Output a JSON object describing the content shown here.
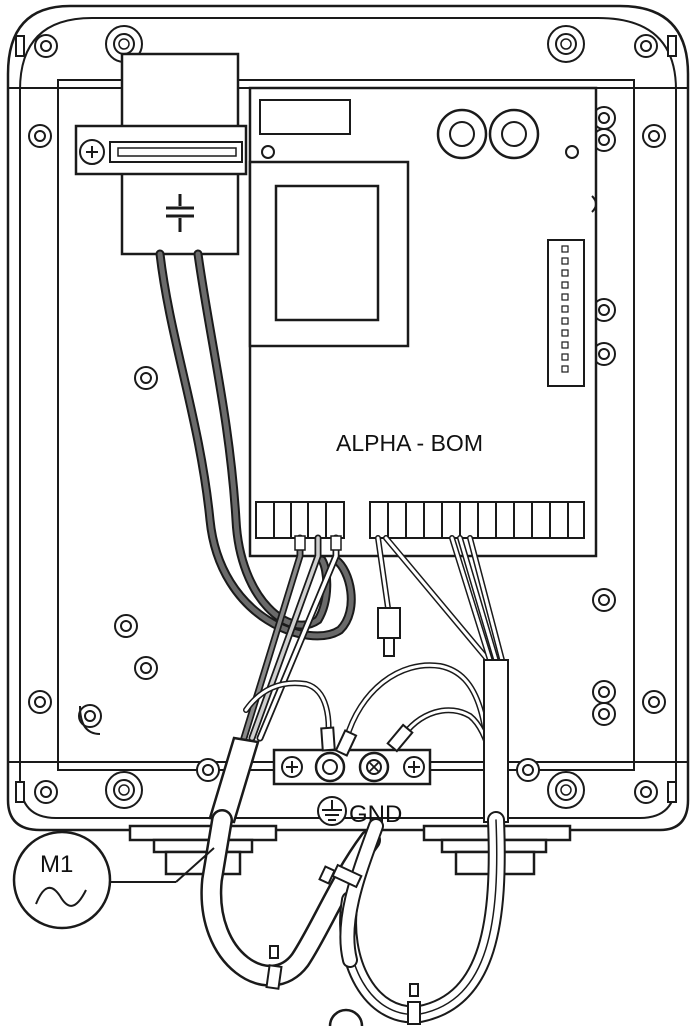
{
  "board": {
    "label": "ALPHA - BOM"
  },
  "ground": {
    "label": "GND",
    "icon": "ground-symbol-icon"
  },
  "motor": {
    "label": "M1",
    "icon": "sine-wave-icon"
  },
  "colors": {
    "line": "#1a1a1a",
    "fill": "#ffffff",
    "gray_fill": "#c8c8c8",
    "wire_dark": "#555555",
    "wire_light": "#bdbdbd"
  }
}
